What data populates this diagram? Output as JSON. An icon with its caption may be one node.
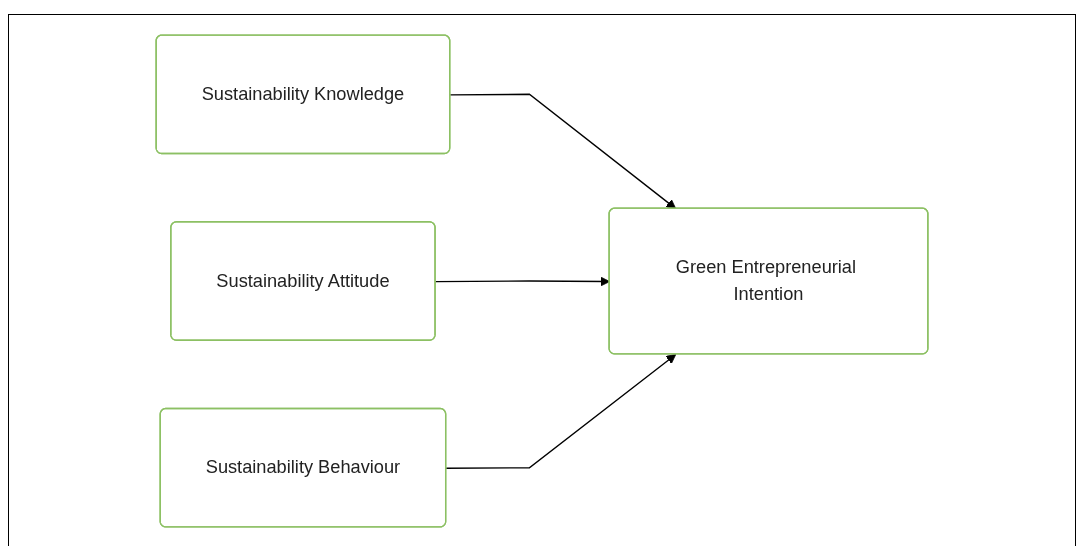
{
  "diagram": {
    "nodes": [
      {
        "text": [
          "Sustainability Knowledge"
        ]
      },
      {
        "text": [
          "Sustainability Attitude"
        ]
      },
      {
        "text": [
          "Sustainability Behaviour"
        ]
      },
      {
        "text": [
          "Green Entrepreneurial Intention"
        ]
      }
    ],
    "edges": [
      {
        "from": 0,
        "to": 3,
        "arrow": "to"
      },
      {
        "from": 1,
        "to": 3,
        "arrow": "to"
      },
      {
        "from": 2,
        "to": 3,
        "arrow": "to"
      }
    ]
  }
}
